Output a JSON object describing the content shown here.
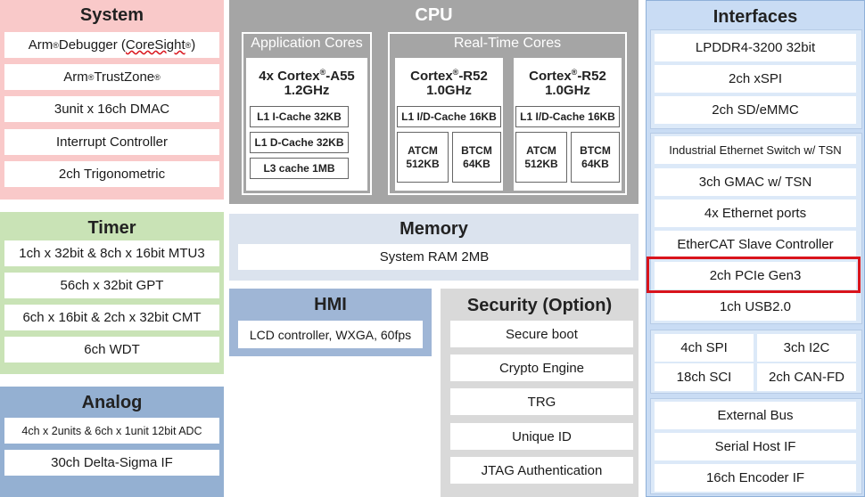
{
  "system": {
    "title": "System",
    "items": [
      {
        "pre": "Arm",
        "reg": "®",
        "post": " Debugger (",
        "link": "CoreSight",
        "reg2": "®",
        "end": ")"
      },
      {
        "pre": "Arm",
        "reg": "®",
        "post": " TrustZone",
        "reg2": "®"
      },
      {
        "text": "3unit x 16ch DMAC"
      },
      {
        "text": "Interrupt Controller"
      },
      {
        "text": "2ch Trigonometric"
      }
    ]
  },
  "cpu": {
    "title": "CPU",
    "app": {
      "title": "Application Cores",
      "core": {
        "pre": "4x Cortex",
        "reg": "®",
        "post": "-A55",
        "freq": "1.2GHz"
      },
      "caches": [
        "L1 I-Cache 32KB",
        "L1 D-Cache 32KB",
        "L3 cache 1MB"
      ]
    },
    "rt": {
      "title": "Real-Time Cores",
      "cores": [
        {
          "pre": "Cortex",
          "reg": "®",
          "post": "-R52",
          "freq": "1.0GHz",
          "cache": "L1 I/D-Cache 16KB",
          "atcm": [
            "ATCM",
            "512KB"
          ],
          "btcm": [
            "BTCM",
            "64KB"
          ]
        },
        {
          "pre": "Cortex",
          "reg": "®",
          "post": "-R52",
          "freq": "1.0GHz",
          "cache": "L1 I/D-Cache 16KB",
          "atcm": [
            "ATCM",
            "512KB"
          ],
          "btcm": [
            "BTCM",
            "64KB"
          ]
        }
      ]
    }
  },
  "timer": {
    "title": "Timer",
    "items": [
      "1ch x 32bit & 8ch x 16bit MTU3",
      "56ch x 32bit GPT",
      "6ch x 16bit & 2ch x 32bit CMT",
      "6ch WDT"
    ]
  },
  "analog": {
    "title": "Analog",
    "items": [
      "4ch x 2units & 6ch x 1unit 12bit ADC",
      "30ch Delta-Sigma IF"
    ]
  },
  "memory": {
    "title": "Memory",
    "item": "System RAM 2MB"
  },
  "hmi": {
    "title": "HMI",
    "item": "LCD controller, WXGA, 60fps"
  },
  "security": {
    "title": "Security (Option)",
    "items": [
      "Secure boot",
      "Crypto Engine",
      "TRG",
      "Unique ID",
      "JTAG Authentication"
    ]
  },
  "interfaces": {
    "title": "Interfaces",
    "group1": [
      "LPDDR4-3200 32bit",
      "2ch xSPI",
      "2ch SD/eMMC"
    ],
    "group2": [
      "Industrial Ethernet Switch w/ TSN",
      "3ch GMAC w/ TSN",
      "4x Ethernet ports",
      "EtherCAT Slave Controller",
      "2ch PCIe Gen3",
      "1ch USB2.0"
    ],
    "group3": [
      "4ch SPI",
      "3ch I2C",
      "18ch SCI",
      "2ch CAN-FD"
    ],
    "group4": [
      "External Bus",
      "Serial Host IF",
      "16ch Encoder IF"
    ],
    "highlight_color": "#d9141c"
  }
}
